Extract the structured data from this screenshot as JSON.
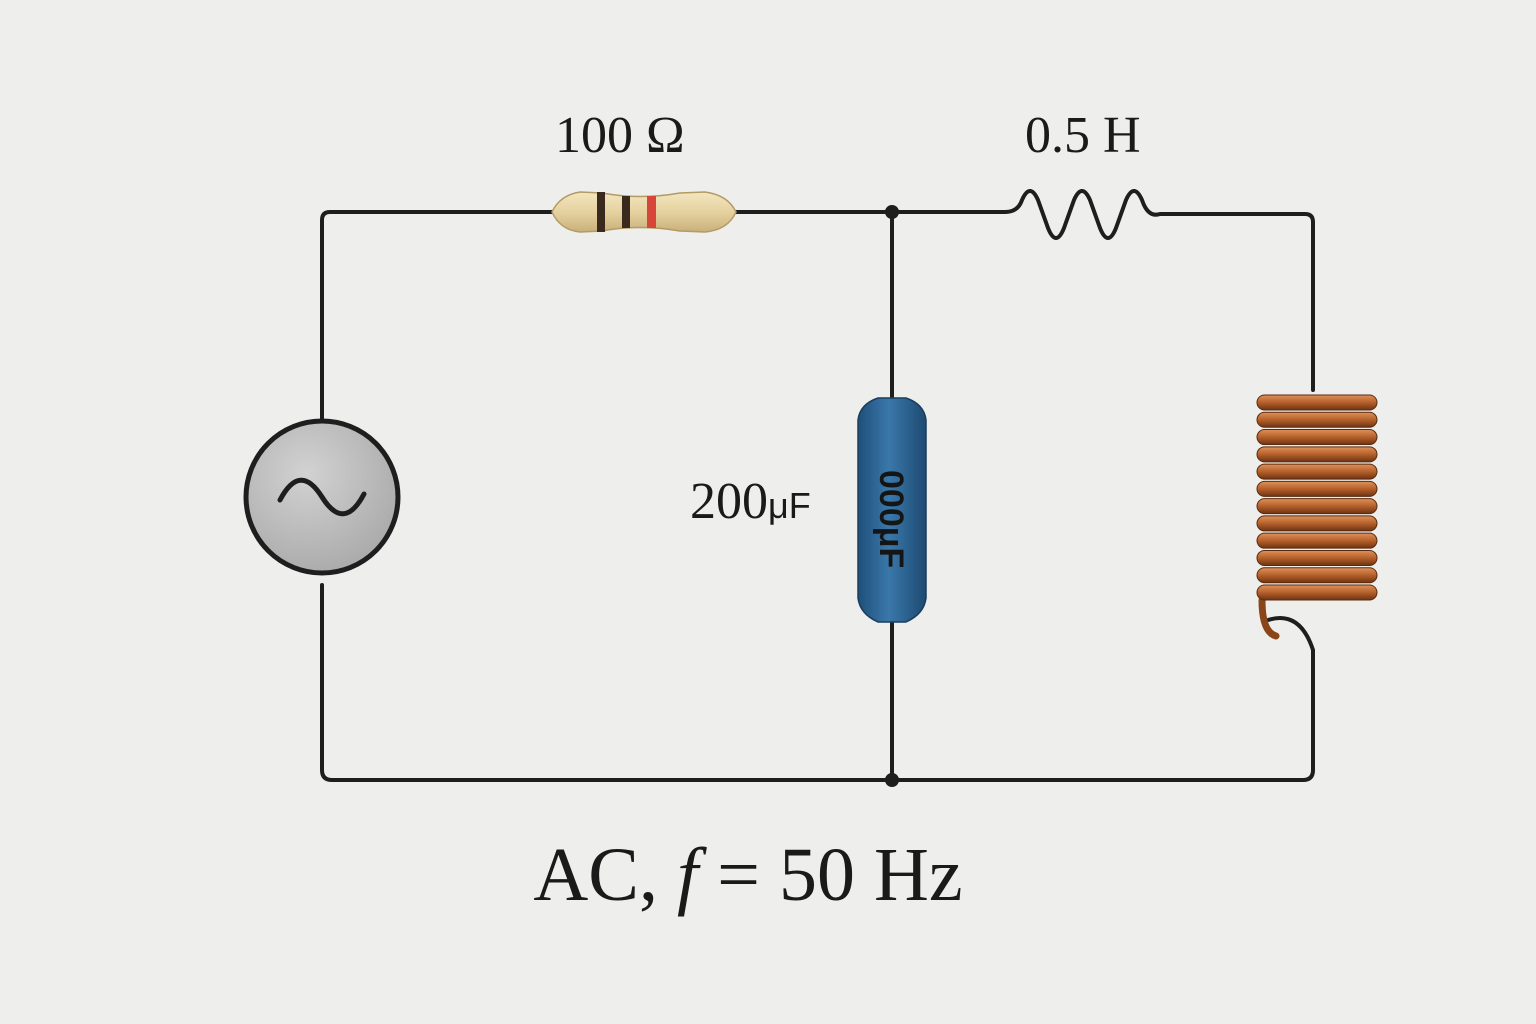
{
  "components": {
    "resistor": {
      "label": "100 Ω",
      "value": 100,
      "unit": "Ω",
      "band_colors": [
        "#3a2a1e",
        "#3a2a1e",
        "#d8463a"
      ],
      "body_color": "#e6d2a0"
    },
    "series_inductor": {
      "label": "0.5 H",
      "value": 0.5,
      "unit": "H"
    },
    "capacitor": {
      "label_value": "200",
      "label_unit": "μF",
      "body_marking": "000μF",
      "body_color": "#2f6a9a"
    },
    "coil": {
      "wire_color": "#b5602a",
      "turns": 12
    },
    "source": {
      "type": "AC",
      "icon": "sine-wave-icon",
      "label_prefix": "AC, ",
      "label_symbol": "f",
      "label_suffix": " = 50 Hz"
    }
  },
  "colors": {
    "wire": "#1e1e1e",
    "background": "#eeeeec"
  }
}
